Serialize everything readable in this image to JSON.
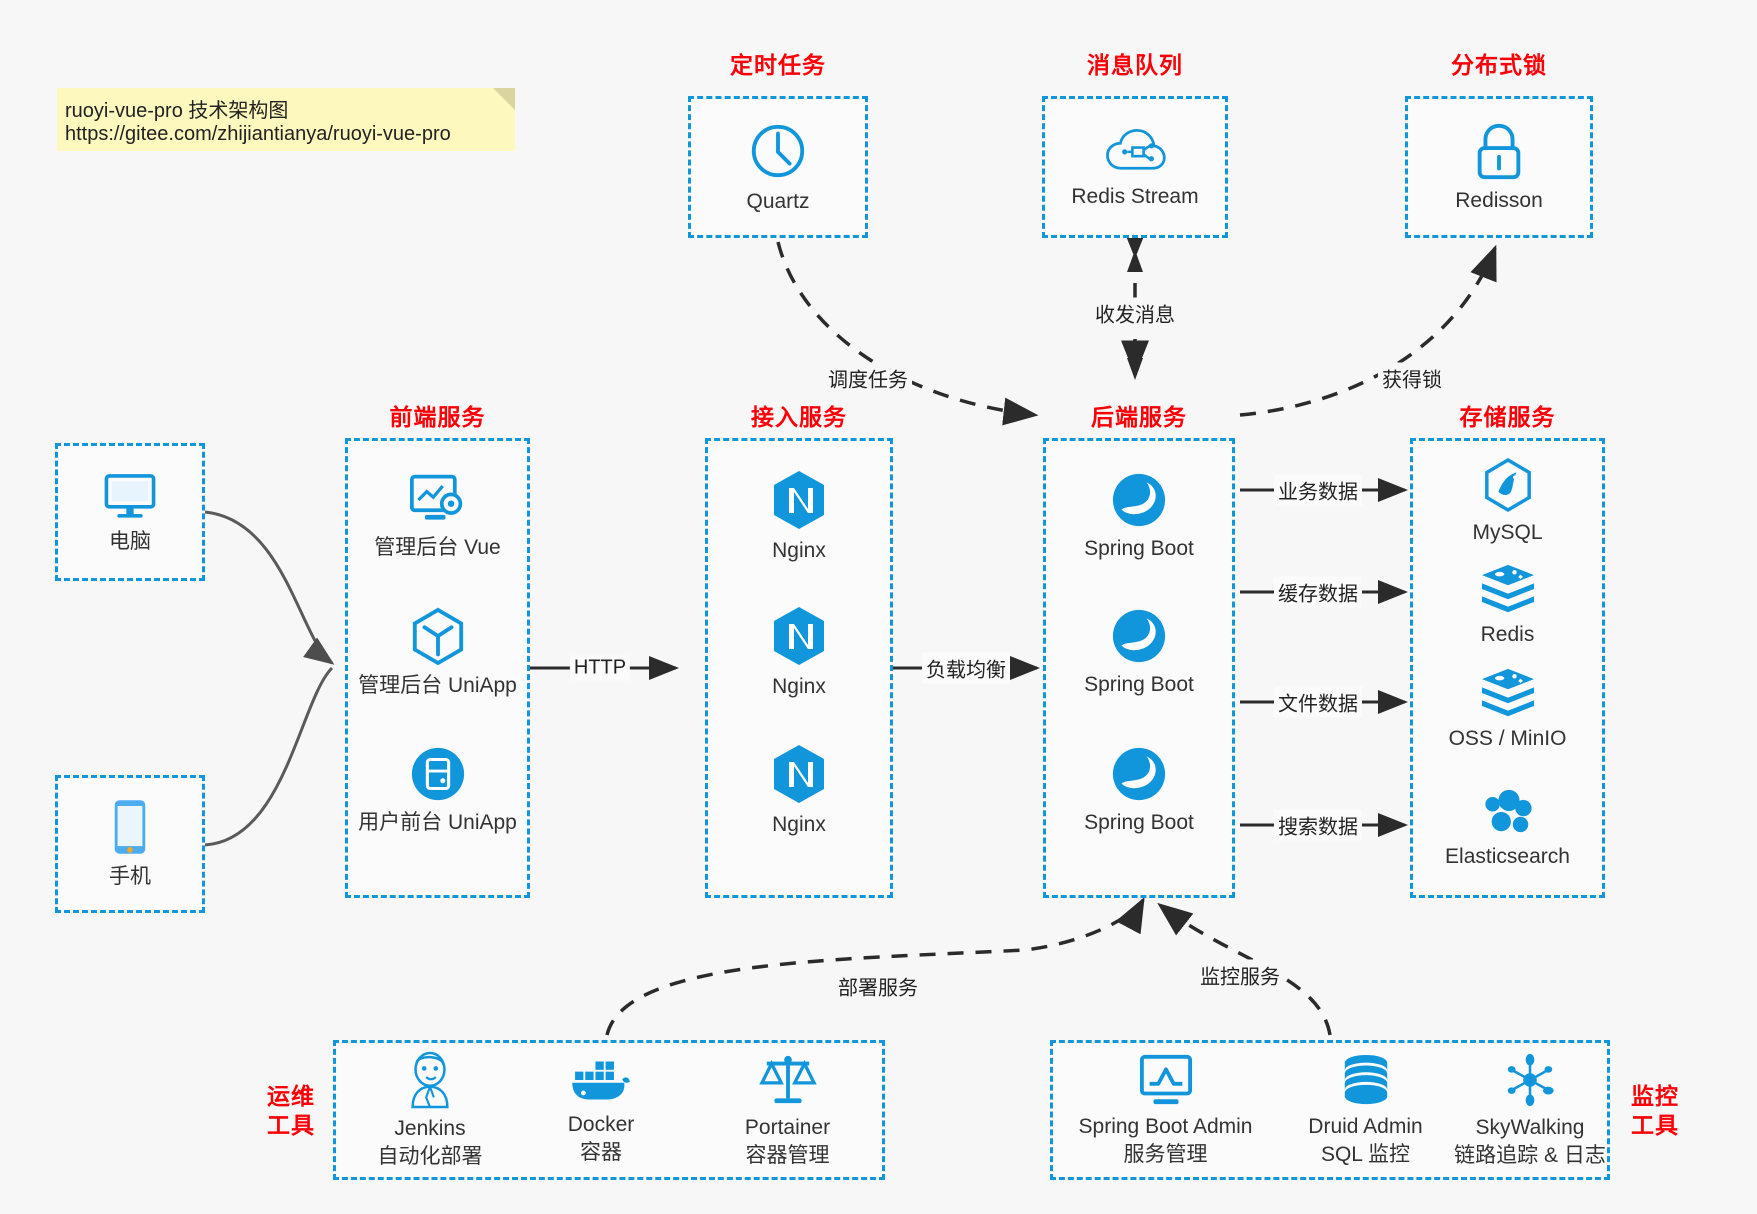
{
  "note": {
    "line1": "ruoyi-vue-pro 技术架构图",
    "line2": "https://gitee.com/zhijiantianya/ruoyi-vue-pro",
    "bg": "#fdf8bd"
  },
  "colors": {
    "accent": "#1296db",
    "title": "#fb0007",
    "text": "#333333",
    "canvas": "#f7f7f7"
  },
  "groups": {
    "scheduler": {
      "title": "定时任务"
    },
    "mq": {
      "title": "消息队列"
    },
    "lock": {
      "title": "分布式锁"
    },
    "frontend": {
      "title": "前端服务"
    },
    "gateway": {
      "title": "接入服务"
    },
    "backend": {
      "title": "后端服务"
    },
    "storage": {
      "title": "存储服务"
    },
    "devops": {
      "title": "运维\n工具",
      "line1": "运维",
      "line2": "工具"
    },
    "monitor": {
      "title": "监控\n工具",
      "line1": "监控",
      "line2": "工具"
    }
  },
  "nodes": {
    "quartz": {
      "label": "Quartz",
      "icon": "clock-icon"
    },
    "redis_stream": {
      "label": "Redis Stream",
      "icon": "cloud-stream-icon"
    },
    "redisson": {
      "label": "Redisson",
      "icon": "lock-icon"
    },
    "pc": {
      "label": "电脑",
      "icon": "desktop-icon"
    },
    "phone": {
      "label": "手机",
      "icon": "mobile-icon"
    },
    "admin_vue": {
      "label": "管理后台 Vue",
      "icon": "dashboard-icon"
    },
    "admin_uniapp": {
      "label": "管理后台 UniApp",
      "icon": "cube-icon"
    },
    "user_uniapp": {
      "label": "用户前台 UniApp",
      "icon": "app-icon"
    },
    "nginx1": {
      "label": "Nginx",
      "icon": "nginx-icon"
    },
    "nginx2": {
      "label": "Nginx",
      "icon": "nginx-icon"
    },
    "nginx3": {
      "label": "Nginx",
      "icon": "nginx-icon"
    },
    "springboot1": {
      "label": "Spring Boot",
      "icon": "spring-icon"
    },
    "springboot2": {
      "label": "Spring Boot",
      "icon": "spring-icon"
    },
    "springboot3": {
      "label": "Spring Boot",
      "icon": "spring-icon"
    },
    "mysql": {
      "label": "MySQL",
      "icon": "mysql-icon"
    },
    "redis": {
      "label": "Redis",
      "icon": "redis-icon"
    },
    "oss": {
      "label": "OSS / MinIO",
      "icon": "redis-icon"
    },
    "elasticsearch": {
      "label": "Elasticsearch",
      "icon": "elasticsearch-icon"
    },
    "jenkins": {
      "label": "Jenkins",
      "sub": "自动化部署",
      "icon": "jenkins-icon"
    },
    "docker": {
      "label": "Docker",
      "sub": "容器",
      "icon": "docker-icon"
    },
    "portainer": {
      "label": "Portainer",
      "sub": "容器管理",
      "icon": "scales-icon"
    },
    "sba": {
      "label": "Spring Boot Admin",
      "sub": "服务管理",
      "icon": "monitor-chart-icon"
    },
    "druid": {
      "label": "Druid Admin",
      "sub": "SQL 监控",
      "icon": "database-icon"
    },
    "skywalking": {
      "label": "SkyWalking",
      "sub": "链路追踪 & 日志",
      "icon": "network-nodes-icon"
    }
  },
  "edges": {
    "http": "HTTP",
    "load_balance": "负载均衡",
    "schedule_task": "调度任务",
    "send_receive_msg": "收发消息",
    "acquire_lock": "获得锁",
    "business_data": "业务数据",
    "cache_data": "缓存数据",
    "file_data": "文件数据",
    "search_data": "搜索数据",
    "deploy_service": "部署服务",
    "monitor_service": "监控服务"
  }
}
